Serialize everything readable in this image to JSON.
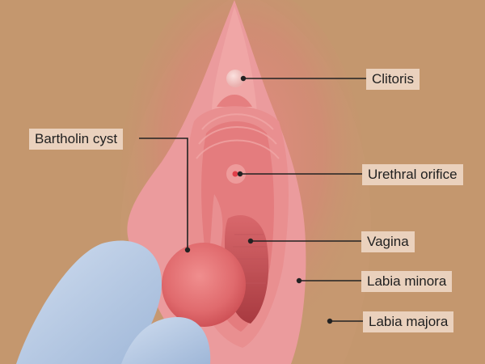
{
  "figure": {
    "subject": "Bartholin cyst anatomy illustration",
    "colors": {
      "background_skin": "#c4976e",
      "label_bg": "#ead1bd",
      "label_text": "#1f1f1f",
      "leader_line": "#222222",
      "mucosa_light": "#efa1a2",
      "mucosa_mid": "#e2787a",
      "cyst": "#e06a6d",
      "glove": "#b9cce4"
    }
  },
  "labels": [
    {
      "id": "clitoris",
      "text": "Clitoris"
    },
    {
      "id": "urethral-orifice",
      "text": "Urethral orifice"
    },
    {
      "id": "vagina",
      "text": "Vagina"
    },
    {
      "id": "labia-minora",
      "text": "Labia minora"
    },
    {
      "id": "labia-majora",
      "text": "Labia majora"
    },
    {
      "id": "bartholin-cyst",
      "text": "Bartholin cyst"
    }
  ]
}
